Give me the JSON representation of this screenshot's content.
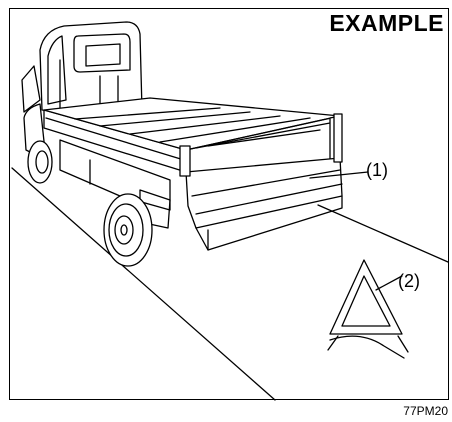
{
  "figure": {
    "title": "EXAMPLE",
    "callouts": [
      {
        "id": "1",
        "label": "(1)"
      },
      {
        "id": "2",
        "label": "(2)"
      }
    ],
    "code": "77PM20",
    "colors": {
      "ink": "#000000",
      "paper": "#ffffff"
    }
  }
}
